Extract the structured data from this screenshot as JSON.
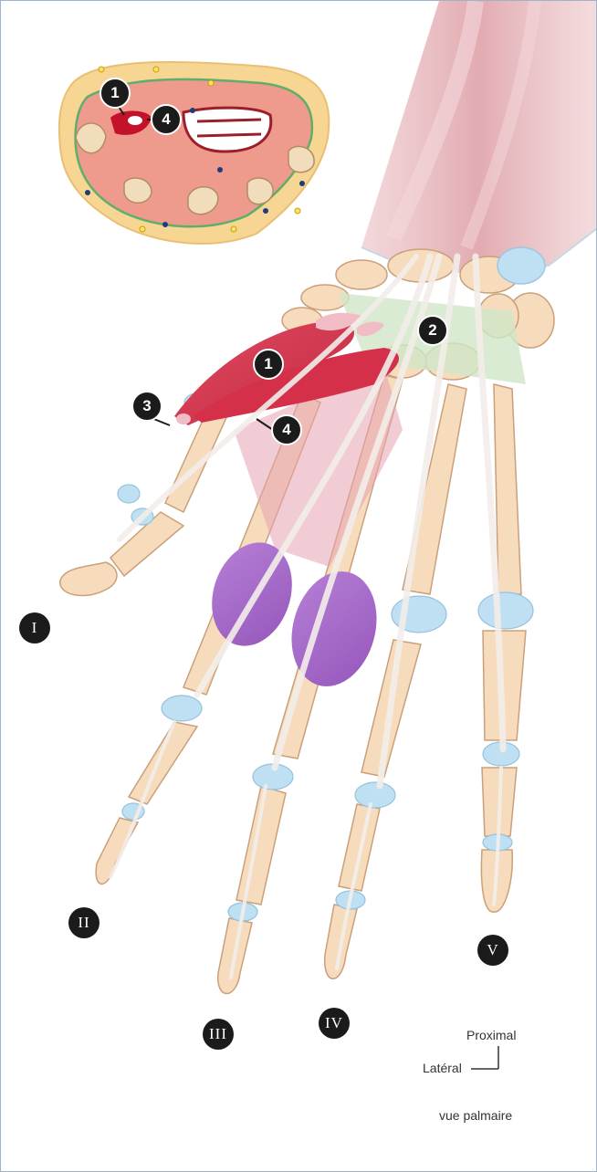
{
  "markers": {
    "m1_inset": "1",
    "m4_inset": "4",
    "m1": "1",
    "m2": "2",
    "m3": "3",
    "m4": "4"
  },
  "digits": {
    "i": "I",
    "ii": "II",
    "iii": "III",
    "iv": "IV",
    "v": "V"
  },
  "orientation": {
    "proximal": "Proximal",
    "lateral": "Latéral"
  },
  "view_label": "vue palmaire",
  "colors": {
    "bone": "#f6dcbd",
    "bone_stroke": "#c9a07a",
    "cartilage": "#bfdff2",
    "muscle_red": "#d7324a",
    "interosseous_purple": "#a86ac9",
    "retinaculum_green": "#cfe6c7",
    "forearm_muscle": "#e2a9ae",
    "inset_fat": "#f7d592",
    "inset_muscle": "#ee9a8c"
  }
}
